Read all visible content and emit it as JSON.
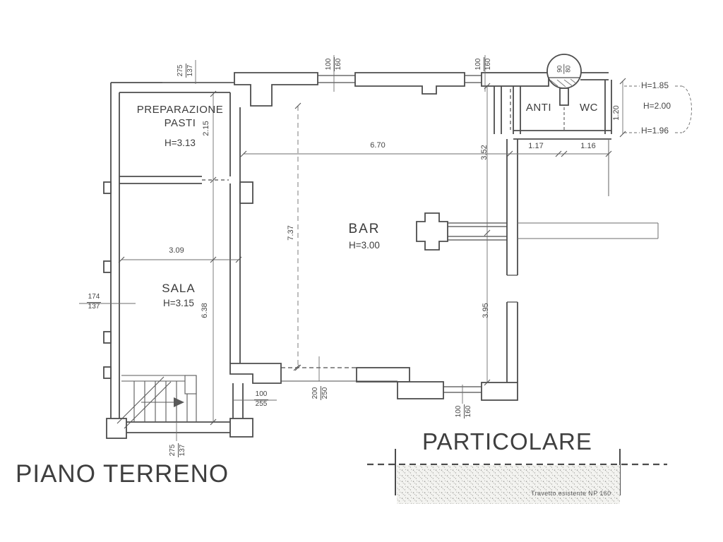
{
  "titles": {
    "plan": "PIANO TERRENO",
    "detail": "PARTICOLARE",
    "detail_note": "Travetto esistente NP 160"
  },
  "rooms": {
    "preparazione": {
      "name": "PREPARAZIONE PASTI",
      "height": "H=3.13"
    },
    "sala": {
      "name": "SALA",
      "height": "H=3.15"
    },
    "bar": {
      "name": "BAR",
      "height": "H=3.00"
    },
    "anti": {
      "name": "ANTI"
    },
    "wc": {
      "name": "WC"
    }
  },
  "dims": {
    "top_window_left": {
      "num": "275",
      "den": "137"
    },
    "prep_width": "2.15",
    "bar_window_1": {
      "num": "100",
      "den": "160"
    },
    "bar_window_2": {
      "num": "100",
      "den": "160"
    },
    "column": {
      "num": "90",
      "den": "80"
    },
    "bar_width": "6.70",
    "right_upper": "3.52",
    "anti_width": "1.17",
    "wc_width": "1.16",
    "wc_depth": "1.20",
    "h_door": "H=1.85",
    "h_mid": "H=2.00",
    "h_window": "H=1.96",
    "bar_depth": "7.37",
    "sala_width": "3.09",
    "sala_window": {
      "num": "174",
      "den": "137"
    },
    "sala_depth": "6.38",
    "right_lower": "3.95",
    "stair_door": {
      "num": "100",
      "den": "255"
    },
    "bar_opening": {
      "num": "200",
      "den": "250"
    },
    "bottom_window": {
      "num": "100",
      "den": "160"
    },
    "sala_bottom_window": {
      "num": "275",
      "den": "137"
    }
  },
  "colors": {
    "ink": "#3d3d3d"
  }
}
